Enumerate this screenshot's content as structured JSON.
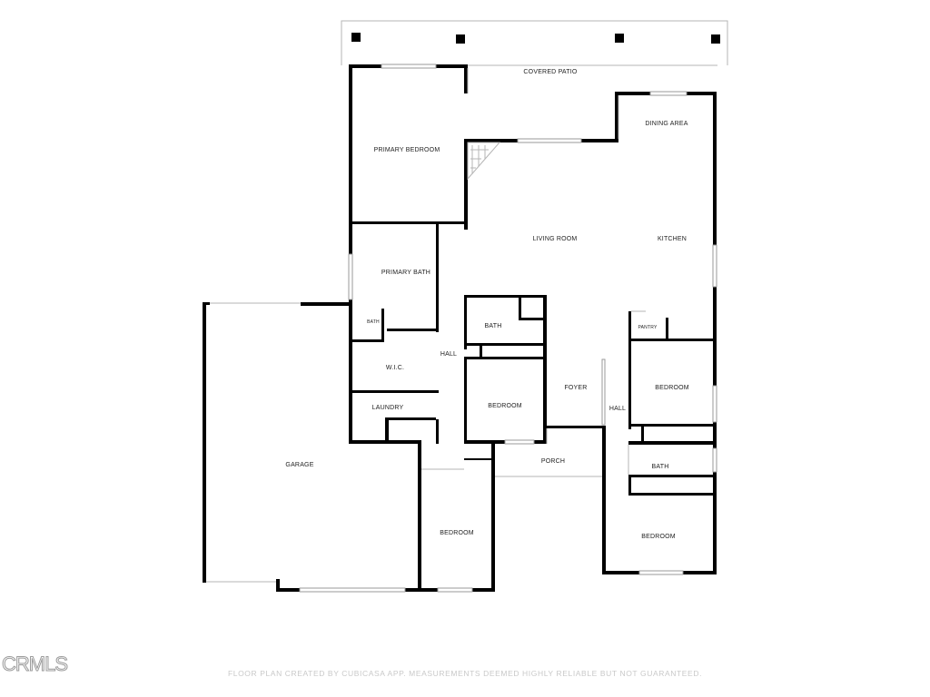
{
  "rooms": {
    "covered_patio": "COVERED PATIO",
    "primary_bedroom": "PRIMARY BEDROOM",
    "dining_area": "DINING AREA",
    "living_room": "LIVING ROOM",
    "kitchen": "KITCHEN",
    "primary_bath": "PRIMARY BATH",
    "bath_small": "BATH",
    "bath_hall": "BATH",
    "pantry": "PANTRY",
    "hall_main": "HALL",
    "wic": "W.I.C.",
    "bedroom_front": "BEDROOM",
    "foyer": "FOYER",
    "hall_east": "HALL",
    "bedroom_east": "BEDROOM",
    "laundry": "LAUNDRY",
    "garage": "GARAGE",
    "porch": "PORCH",
    "bath_east": "BATH",
    "bedroom_sw": "BEDROOM",
    "bedroom_se": "BEDROOM"
  },
  "footer_text": "FLOOR PLAN CREATED BY CUBICASA APP. MEASUREMENTS DEEMED HIGHLY RELIABLE BUT NOT GUARANTEED.",
  "logo_text": "CRMLS"
}
